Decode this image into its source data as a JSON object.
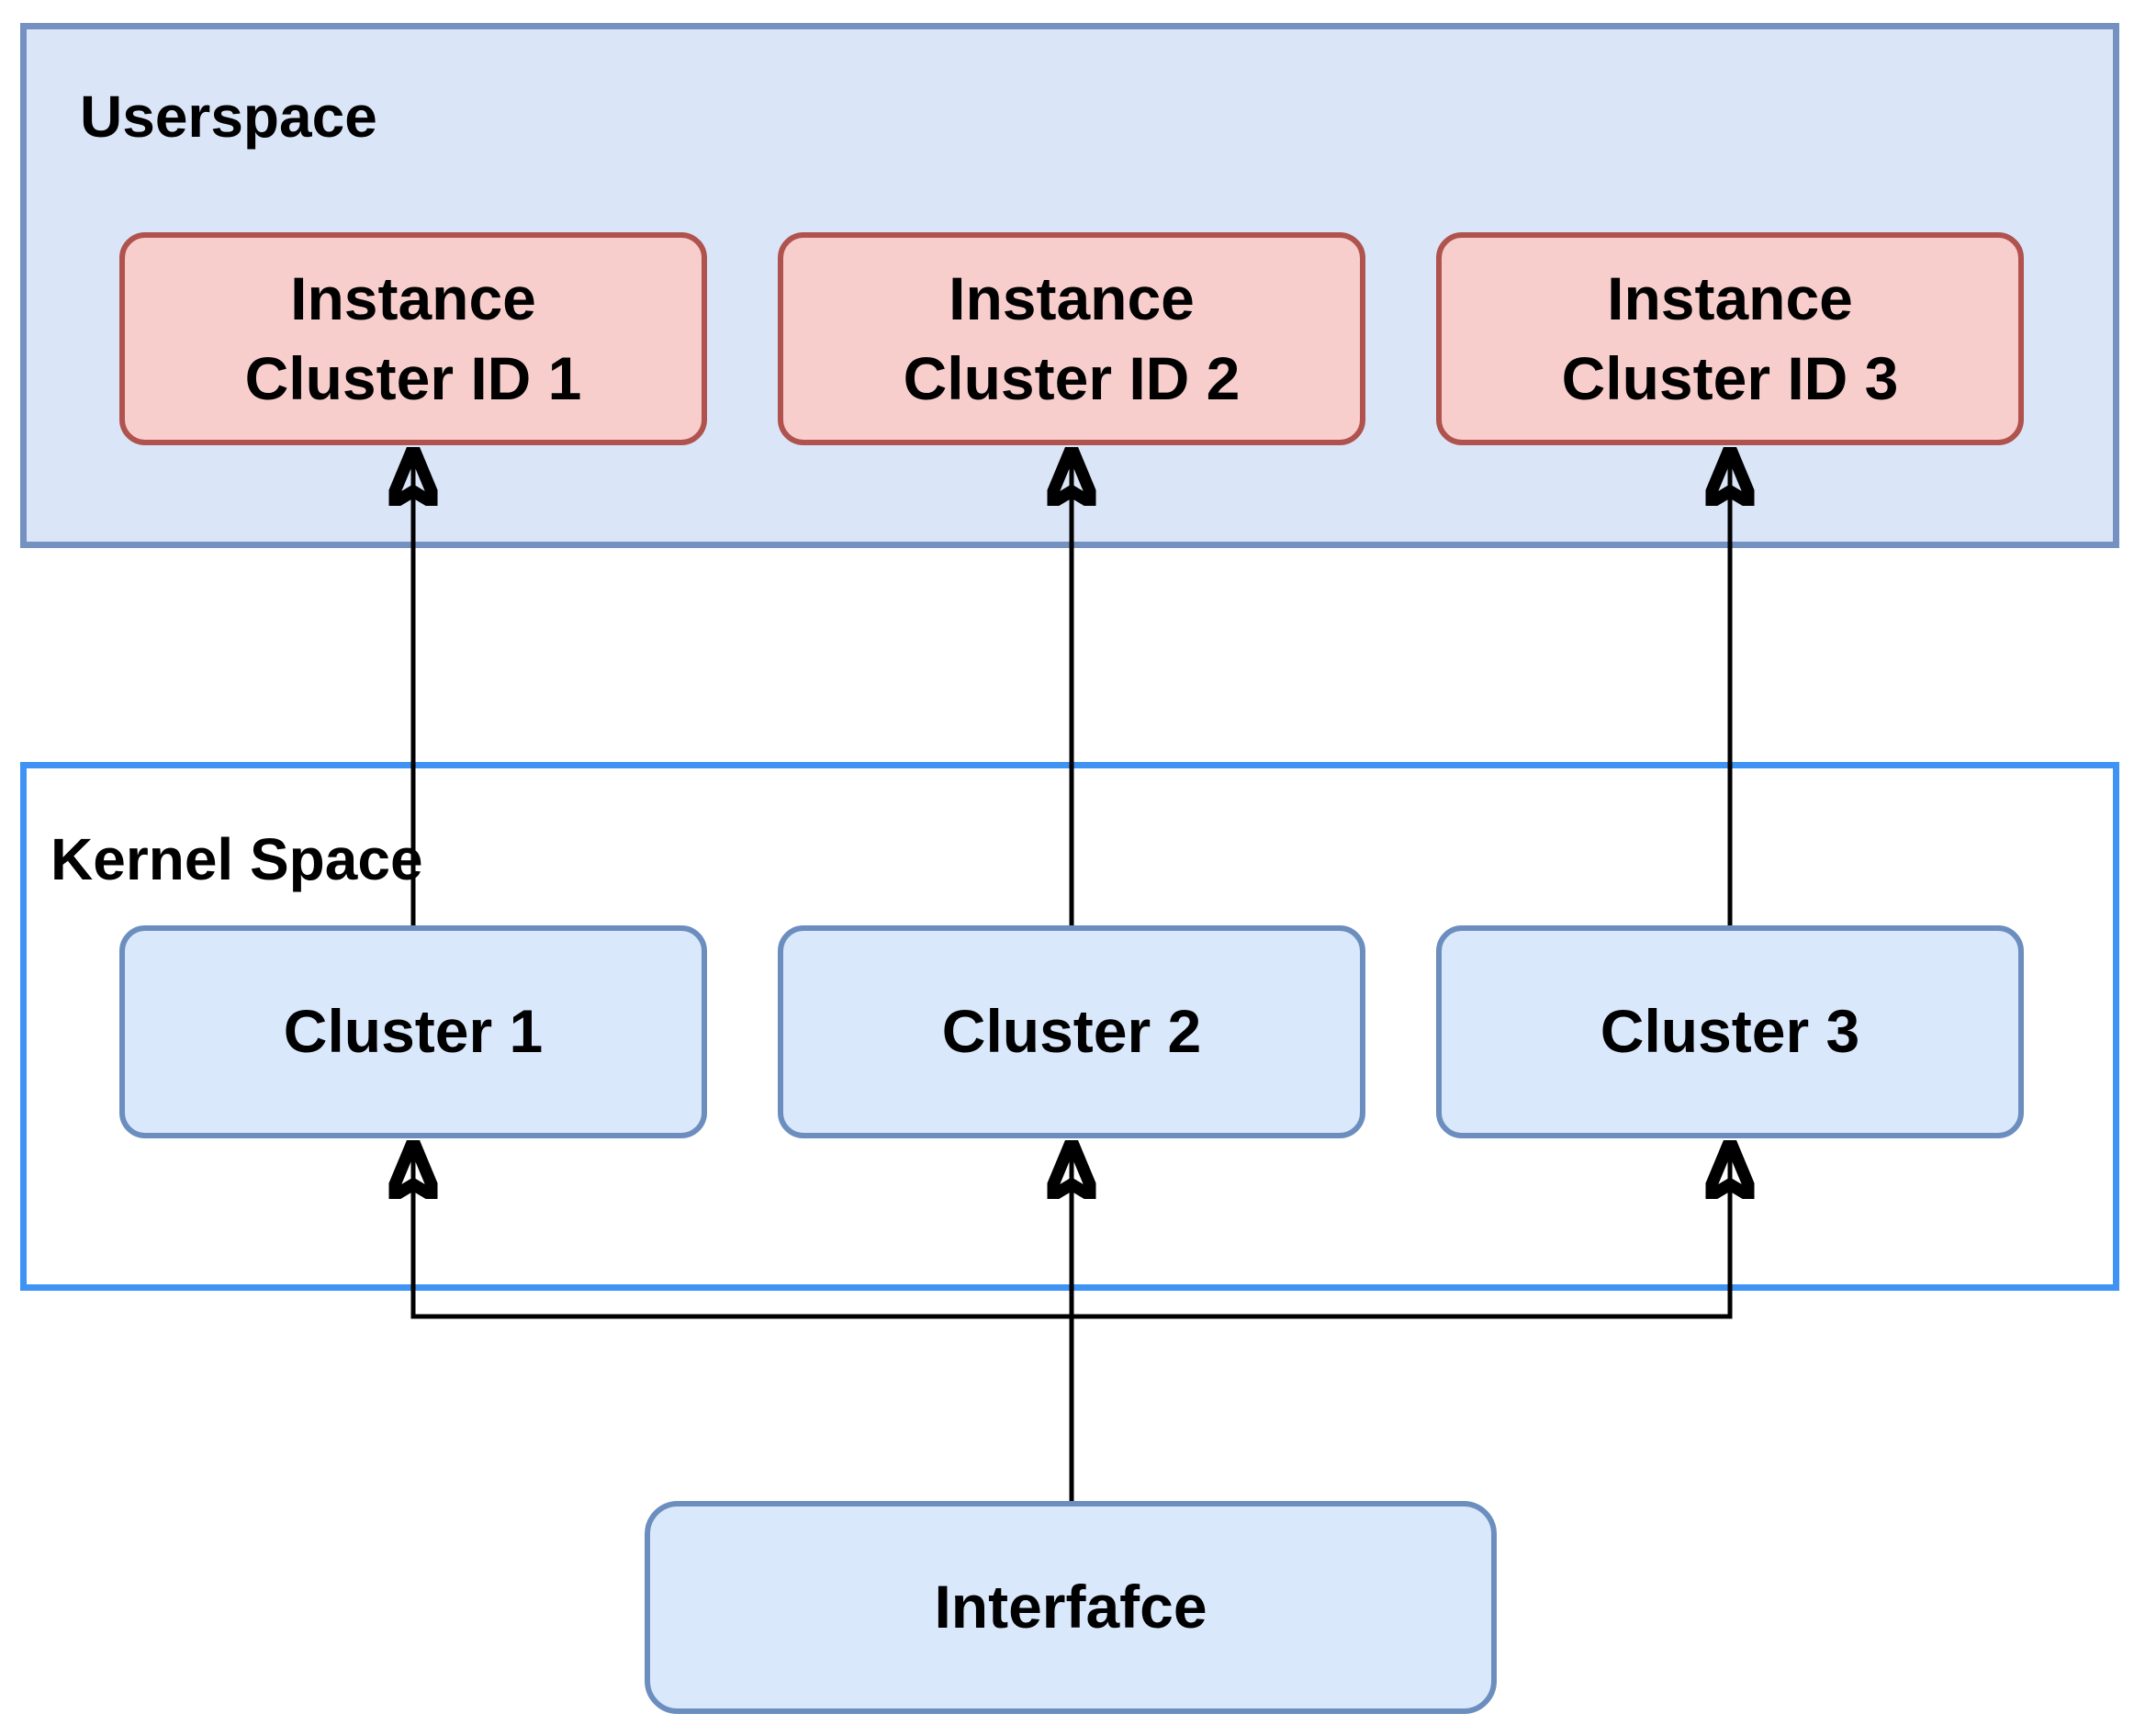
{
  "diagram": {
    "userspace": {
      "label": "Userspace",
      "instances": [
        {
          "id": "instance-cluster-id-1",
          "label": "Instance\nCluster ID 1"
        },
        {
          "id": "instance-cluster-id-2",
          "label": "Instance\nCluster ID 2"
        },
        {
          "id": "instance-cluster-id-3",
          "label": "Instance\nCluster ID 3"
        }
      ]
    },
    "kernel": {
      "label": "Kernel Space",
      "clusters": [
        {
          "id": "cluster-1",
          "label": "Cluster 1"
        },
        {
          "id": "cluster-2",
          "label": "Cluster 2"
        },
        {
          "id": "cluster-3",
          "label": "Cluster 3"
        }
      ]
    },
    "interface": {
      "id": "interfafce",
      "label": "Interfafce"
    },
    "edges": [
      {
        "from": "cluster-1",
        "to": "instance-cluster-id-1"
      },
      {
        "from": "cluster-2",
        "to": "instance-cluster-id-2"
      },
      {
        "from": "cluster-3",
        "to": "instance-cluster-id-3"
      },
      {
        "from": "interfafce",
        "to": "cluster-1"
      },
      {
        "from": "interfafce",
        "to": "cluster-2"
      },
      {
        "from": "interfafce",
        "to": "cluster-3"
      }
    ],
    "colors": {
      "userspace_fill": "#dae6f8",
      "userspace_border": "#7491c2",
      "kernel_fill": "#ffffff",
      "kernel_border": "#3e93f4",
      "instance_fill": "#f8cecc",
      "instance_border": "#b0524e",
      "cluster_fill": "#dae8fc",
      "cluster_border": "#6c8ebf",
      "edge": "#000000",
      "text": "#000000"
    }
  }
}
